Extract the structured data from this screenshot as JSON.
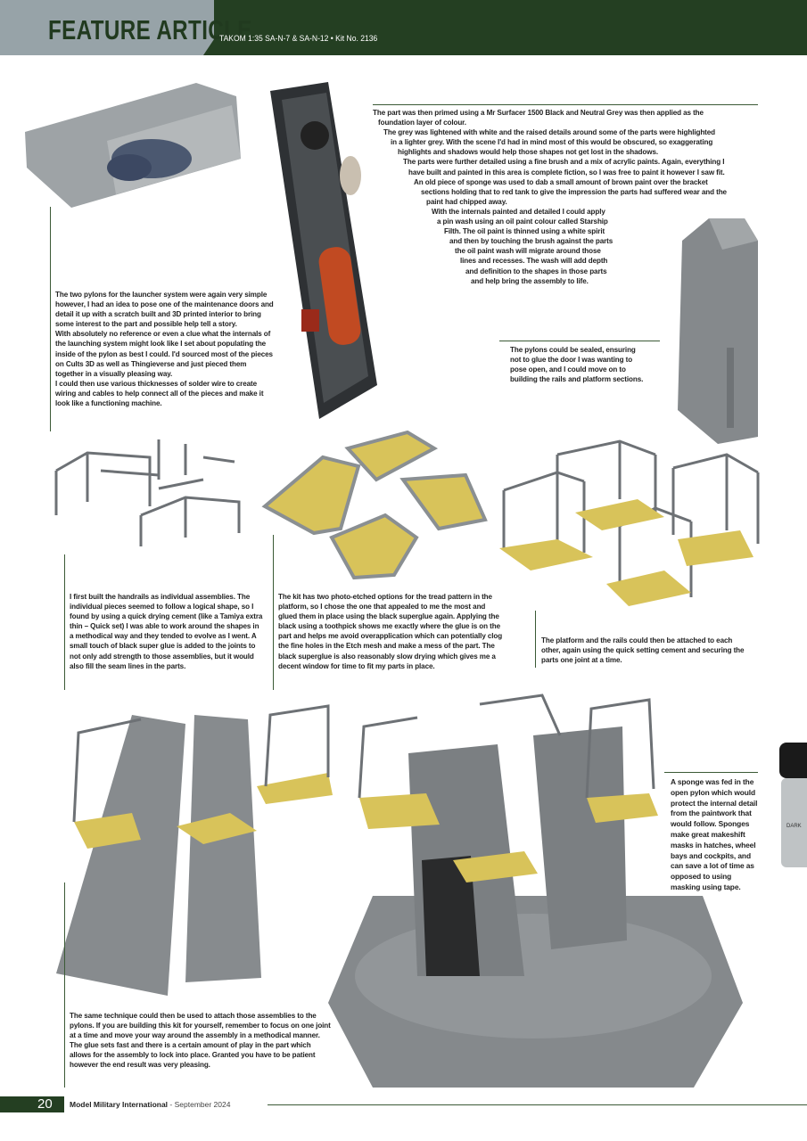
{
  "header": {
    "section": "FEATURE ARTICLE",
    "subtitle": "TAKOM 1:35 SA-N-7 & SA-N-12 • Kit No. 2136"
  },
  "colors": {
    "brand_green": "#243f22",
    "header_grey": "#97a3a8",
    "mesh_yellow": "#d8c35a",
    "model_grey": "#8a8f92"
  },
  "captions": {
    "primer_lines": [
      "The part was then primed using a Mr Surfacer 1500 Black and Neutral Grey was then applied as the",
      "foundation layer of colour.",
      "The grey was lightened with white and the raised details around some of the parts were highlighted",
      "in a lighter grey. With the scene I'd had in mind most of this would be obscured, so exaggerating",
      "highlights and shadows would help those shapes not get lost in the shadows.",
      "The parts were further detailed using a fine brush and a mix of acrylic paints. Again, everything I",
      "have built and painted in this area is complete fiction, so I was free to paint it however I saw fit.",
      "An old piece of sponge was used to dab a small amount of brown paint over the bracket",
      "sections holding that to red tank to give the impression the parts had suffered wear and the",
      "paint had chipped away.",
      "With the internals painted and detailed I could apply",
      "a pin wash using an oil paint colour called Starship",
      "Filth. The oil paint is thinned using a white spirit",
      "and then by touching the brush against the parts",
      "the oil paint wash will migrate around those",
      "lines and recesses. The wash will add depth",
      "and definition to the shapes in those parts",
      "and help bring the assembly to life."
    ],
    "pylons_intro": "The two pylons for the launcher system were again very simple however, I had an idea to pose one of the maintenance doors and detail it up with a scratch built and 3D printed interior to bring some interest to the part and possible help tell a story.",
    "pylons_interior": "With absolutely no reference or even a clue what the internals of the launching system might look like I set about populating the inside of the pylon as best I could. I'd sourced most of the pieces on Cults 3D as well as Thingieverse and just pieced them together in a visually pleasing way.",
    "pylons_wiring": "I could then use various thicknesses of solder wire to create wiring and cables to help connect all of the pieces and make it look like a functioning machine.",
    "pylons_sealed": "The pylons could be sealed, ensuring not to glue the door I was wanting to pose open, and I could move on to building the rails and platform sections.",
    "handrails": "I first built the handrails as individual assemblies. The individual pieces seemed to follow a logical shape, so I found by using a quick drying cement (like a Tamiya extra thin – Quick set) I was able to work around the shapes in a methodical way and they tended to evolve as I went. A small touch of black super glue is added to the joints to not only add strength to those assemblies, but it would also fill the seam lines in the parts.",
    "photo_etch": "The kit has two photo-etched options for the tread pattern in the platform, so I chose the one that appealed to me the most and glued them in place using the black superglue again. Applying the black using a toothpick shows me exactly where the glue is on the part and helps me avoid overapplication which can potentially clog the fine holes in the Etch mesh and make a mess of the part. The black superglue is also reasonably slow drying which gives me a decent window for time to fit my parts in place.",
    "platform": "The platform and the rails could then be attached to each other, again using the quick setting cement and securing the parts one joint at a time.",
    "sponge": "A sponge was fed in the open pylon which would protect the internal detail from the paintwork that would follow. Sponges make great makeshift masks in hatches, wheel bays and cockpits, and can save a lot of time as opposed to using masking using tape.",
    "same_technique": "The same technique could then be used to attach those assemblies to the pylons. If you are building this kit for yourself, remember to focus on one joint at a time and move your way around the assembly in a methodical manner. The glue sets fast and there is a certain amount of play in the part which allows for the assembly to lock into place. Granted you have to be patient however the end result was very pleasing."
  },
  "photos": {
    "paint_jar_label": "DARK"
  },
  "footer": {
    "page_number": "20",
    "publication": "Model Military International",
    "date": " - September 2024"
  }
}
